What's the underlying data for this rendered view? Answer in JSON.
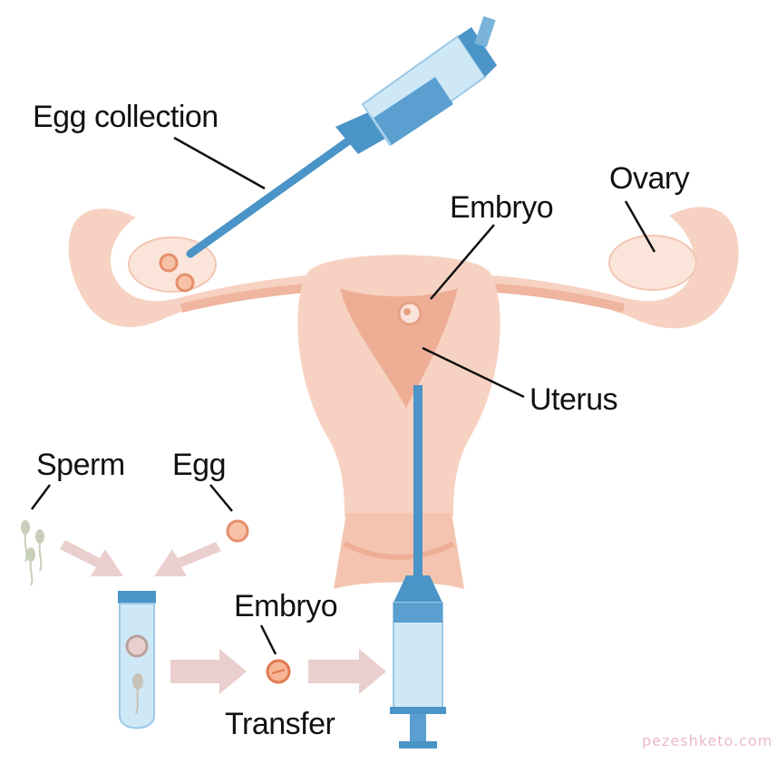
{
  "labels": {
    "egg_collection": "Egg collection",
    "embryo_top": "Embryo",
    "ovary": "Ovary",
    "uterus": "Uterus",
    "sperm": "Sperm",
    "egg": "Egg",
    "embryo_bottom": "Embryo",
    "transfer": "Transfer"
  },
  "watermark": "pezeshketo.com",
  "colors": {
    "tissue": "#f7d2c2",
    "tissue_dark": "#f0b39c",
    "syringe": "#4a94c8",
    "syringe_light": "#cfe8f6",
    "arrow": "#e9cfcd",
    "cell": "#f0a27f"
  }
}
